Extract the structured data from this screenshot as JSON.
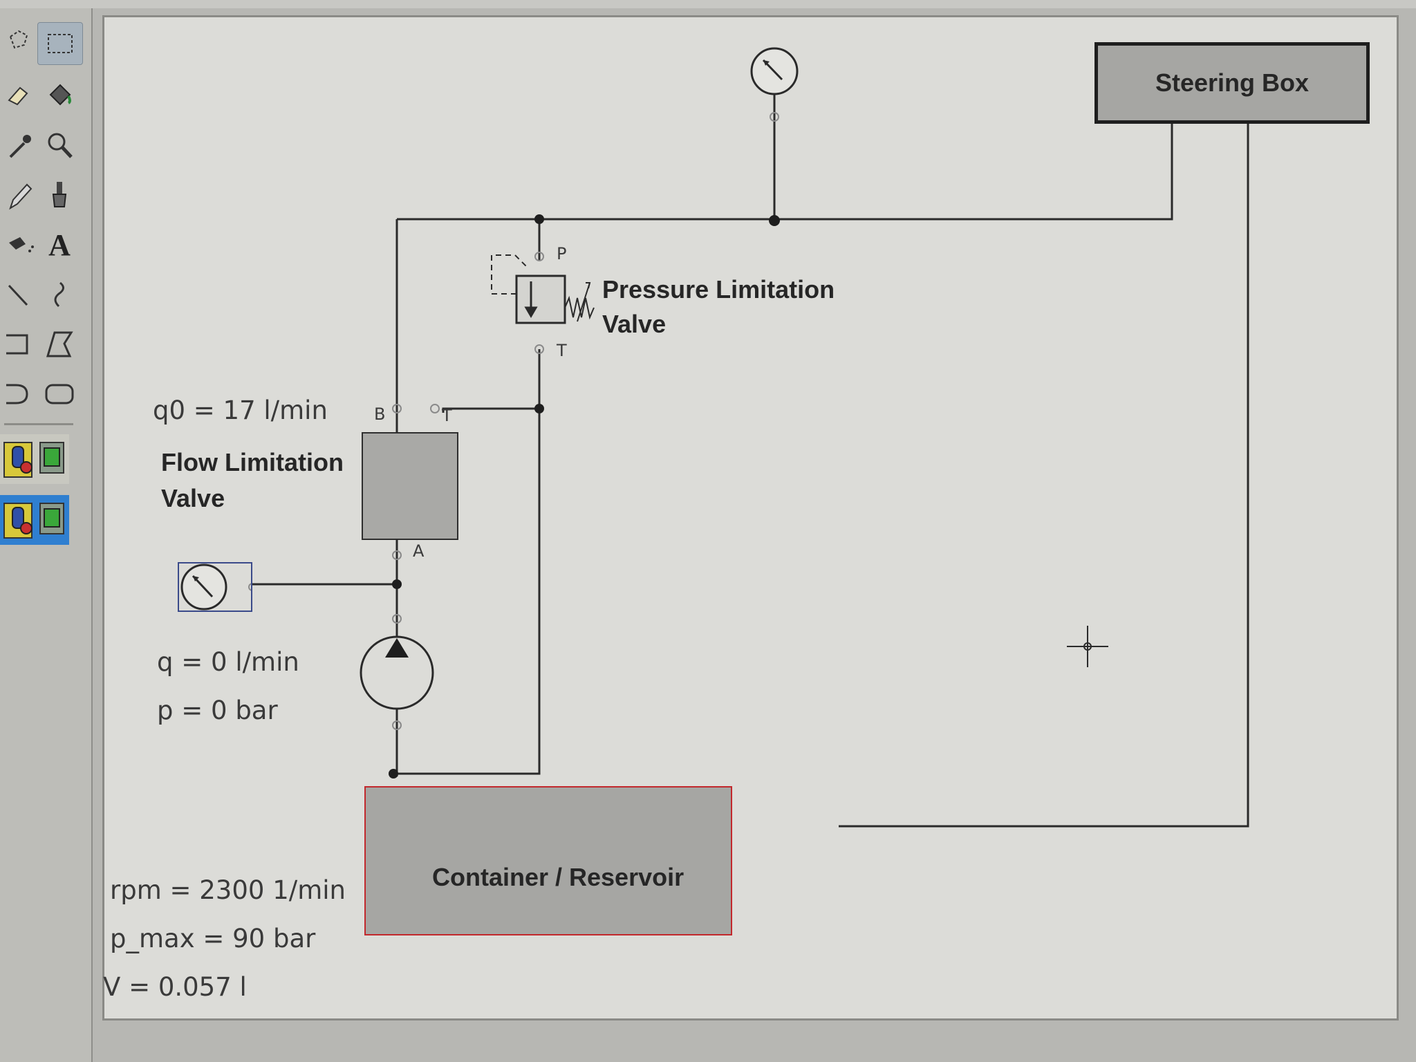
{
  "toolbox": {
    "tools": [
      {
        "icon": "lasso-select-icon"
      },
      {
        "icon": "rectangle-select-icon",
        "selected": true
      },
      {
        "icon": "eraser-icon"
      },
      {
        "icon": "fill-bucket-icon"
      },
      {
        "icon": "eyedropper-icon"
      },
      {
        "icon": "magnifier-icon"
      },
      {
        "icon": "pencil-icon"
      },
      {
        "icon": "brush-icon"
      },
      {
        "icon": "airbrush-icon"
      },
      {
        "icon": "text-icon",
        "glyph": "A"
      },
      {
        "icon": "line-icon"
      },
      {
        "icon": "curve-icon"
      },
      {
        "icon": "rectangle-icon"
      },
      {
        "icon": "polygon-icon"
      },
      {
        "icon": "ellipse-icon"
      },
      {
        "icon": "rounded-rectangle-icon"
      }
    ],
    "library_buttons": [
      {
        "icon": "component-library-icon",
        "active": false
      },
      {
        "icon": "component-library-icon",
        "active": true
      }
    ]
  },
  "diagram": {
    "steering_box_label": "Steering Box",
    "pressure_valve": {
      "line1": "Pressure Limitation",
      "line2": "Valve",
      "port_p": "P",
      "port_t": "T"
    },
    "flow_valve": {
      "line1": "Flow Limitation",
      "line2": "Valve",
      "port_b": "B",
      "port_t": "T",
      "port_a": "A",
      "q0": "q0 = 17 l/min"
    },
    "pump": {
      "q": "q = 0 l/min",
      "p": "p = 0 bar"
    },
    "container_label": "Container / Reservoir",
    "parameters": {
      "rpm": "rpm = 2300 1/min",
      "p_max": "p_max = 90 bar",
      "volume": "V = 0.057 l"
    }
  },
  "colors": {
    "line": "#2a2a2a",
    "container_border": "#c2282c",
    "gauge_box_border": "#3a4a8a",
    "active_library": "#2f7fd0"
  }
}
